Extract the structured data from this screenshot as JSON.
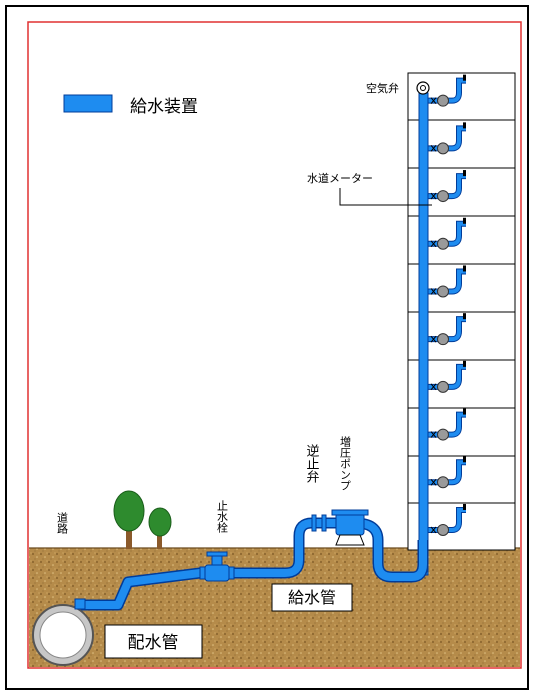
{
  "legend": {
    "label": "給水装置",
    "color": "#1e8cf0"
  },
  "labels": {
    "air_valve": "空気弁",
    "water_meter": "水道メーター",
    "booster_pump": "増圧ポンプ",
    "check_valve": "逆止弁",
    "stop_cock": "止水栓",
    "road": "道路",
    "service_pipe": "給水管",
    "distribution_main": "配水管"
  },
  "colors": {
    "pipe": "#1e8cf0",
    "pipe_outline": "#003c9a",
    "border_red": "#e03030",
    "soil": "#b58b4a",
    "tree": "#2e8b2e",
    "trunk": "#8b5a2b"
  },
  "building": {
    "floors": 10
  }
}
